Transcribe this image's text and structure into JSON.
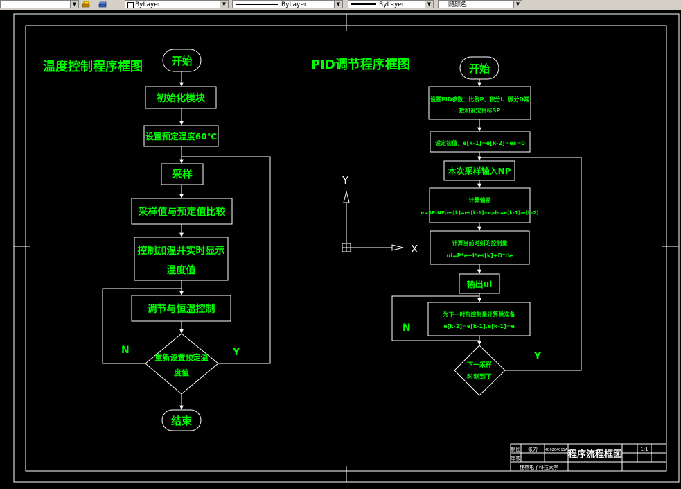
{
  "toolbar": {
    "layer_value": "ByLayer",
    "linetype_value": "ByLayer",
    "lineweight_value": "ByLayer",
    "color_value": "随颜色"
  },
  "left_chart": {
    "title": "温度控制程序框图",
    "start": "开始",
    "init": "初始化模块",
    "set_temp": "设置预定温度60℃",
    "sample": "采样",
    "compare": "采样值与预定值比较",
    "control_line1": "控制加温并实时显示",
    "control_line2": "温度值",
    "adjust": "调节与恒温控制",
    "decision_line1": "重新设置预定温",
    "decision_line2": "度值",
    "label_n": "N",
    "label_y": "Y",
    "end": "结束"
  },
  "right_chart": {
    "title": "PID调节程序框图",
    "start": "开始",
    "set_params_line1": "设置PID参数：比例P、积分I、微分D常",
    "set_params_line2": "数和设定目标SP",
    "set_init": "设定初值，e[k-1]=e[k-2]=es=0",
    "sample_input": "本次采样输入NP",
    "calc_line1": "计算偏差",
    "calc_line2": "e=SP-NP;es[k]=es[k-1]+e;de=e[k-1]-e[k-2]",
    "control_line1": "计算当前时刻的控制量",
    "control_line2": "ui=P*e+I*es[k]+D*de",
    "output": "输出ui",
    "prepare_line1": "为下一时刻控制量计算做准备",
    "prepare_line2": "e[k-2]=e[k-1],e[k-1]=e",
    "decision_line1": "下一采样",
    "decision_line2": "时刻到了",
    "label_n": "N",
    "label_y": "Y"
  },
  "ucs": {
    "y_label": "Y",
    "x_label": "X"
  },
  "title_block": {
    "drawn_label": "制图",
    "drawn_name": "张力",
    "drawing_number": "4B0204011A",
    "title": "程序流程框图",
    "scale": "1:1",
    "checked_label": "审核",
    "school": "桂林电子科技大学"
  },
  "colors": {
    "background": "#000000",
    "frame": "#ffffff",
    "flow": "#00ff00",
    "toolbar": "#d4d0c8"
  }
}
